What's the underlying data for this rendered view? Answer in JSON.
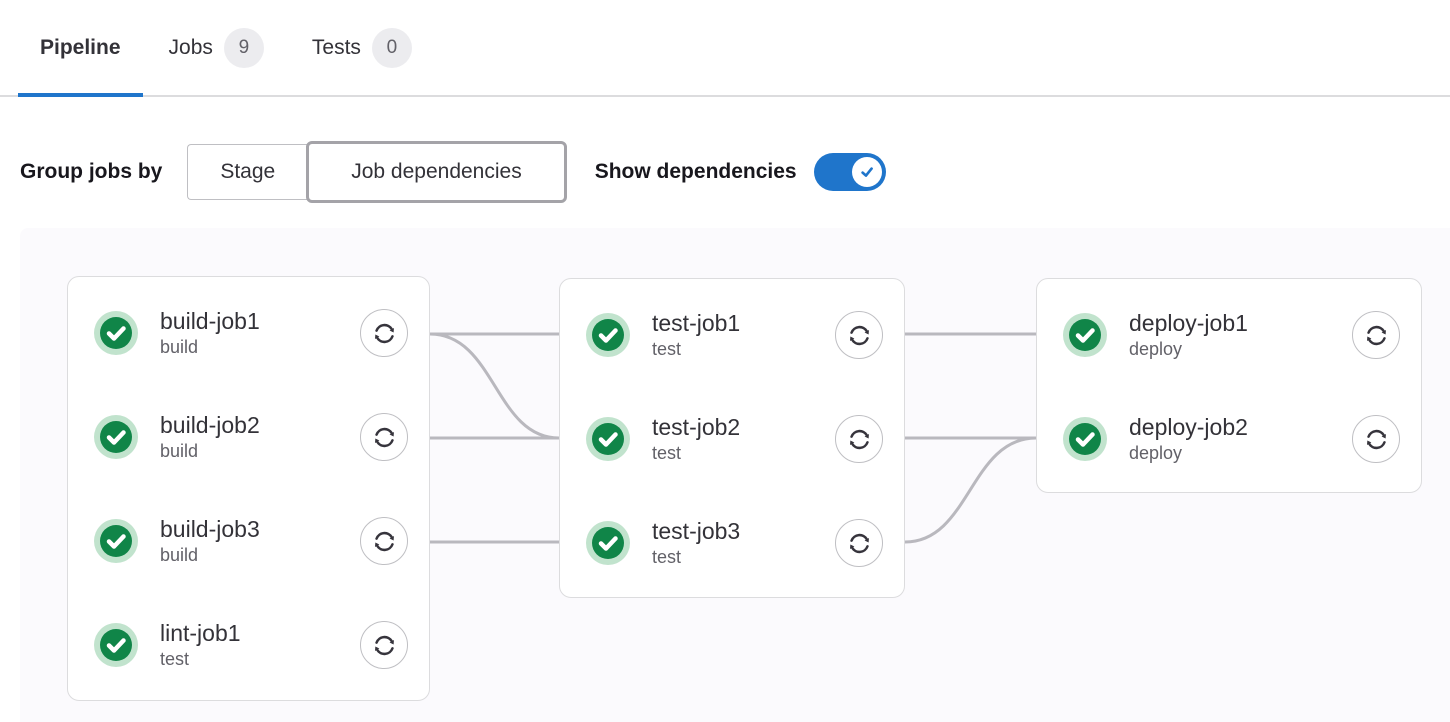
{
  "tabs": [
    {
      "label": "Pipeline",
      "badge": null,
      "active": true
    },
    {
      "label": "Jobs",
      "badge": "9",
      "active": false
    },
    {
      "label": "Tests",
      "badge": "0",
      "active": false
    }
  ],
  "controls": {
    "group_jobs_by_label": "Group jobs by",
    "group_options": [
      {
        "label": "Stage",
        "selected": false
      },
      {
        "label": "Job dependencies",
        "selected": true
      }
    ],
    "show_dependencies_label": "Show dependencies",
    "show_dependencies_enabled": true
  },
  "pipeline": {
    "groups": [
      {
        "jobs": [
          {
            "name": "build-job1",
            "stage": "build",
            "status": "success"
          },
          {
            "name": "build-job2",
            "stage": "build",
            "status": "success"
          },
          {
            "name": "build-job3",
            "stage": "build",
            "status": "success"
          },
          {
            "name": "lint-job1",
            "stage": "test",
            "status": "success"
          }
        ]
      },
      {
        "jobs": [
          {
            "name": "test-job1",
            "stage": "test",
            "status": "success"
          },
          {
            "name": "test-job2",
            "stage": "test",
            "status": "success"
          },
          {
            "name": "test-job3",
            "stage": "test",
            "status": "success"
          }
        ]
      },
      {
        "jobs": [
          {
            "name": "deploy-job1",
            "stage": "deploy",
            "status": "success"
          },
          {
            "name": "deploy-job2",
            "stage": "deploy",
            "status": "success"
          }
        ]
      }
    ],
    "edges": [
      {
        "from": "build-job1",
        "to": "test-job1"
      },
      {
        "from": "build-job1",
        "to": "test-job2"
      },
      {
        "from": "build-job2",
        "to": "test-job2"
      },
      {
        "from": "build-job3",
        "to": "test-job3"
      },
      {
        "from": "test-job1",
        "to": "deploy-job1"
      },
      {
        "from": "test-job2",
        "to": "deploy-job2"
      },
      {
        "from": "test-job3",
        "to": "deploy-job2"
      }
    ]
  },
  "icons": {
    "status_success": "check-circle-icon",
    "retry": "retry-icon",
    "toggle_check": "check-icon"
  },
  "colors": {
    "accent_blue": "#1f75cb",
    "success_green": "#108548",
    "success_halo": "#c1e3cd",
    "edge_gray": "#b9b8be",
    "border_gray": "#dcdcde",
    "badge_bg": "#ececef",
    "graph_bg": "#fbfafd"
  }
}
